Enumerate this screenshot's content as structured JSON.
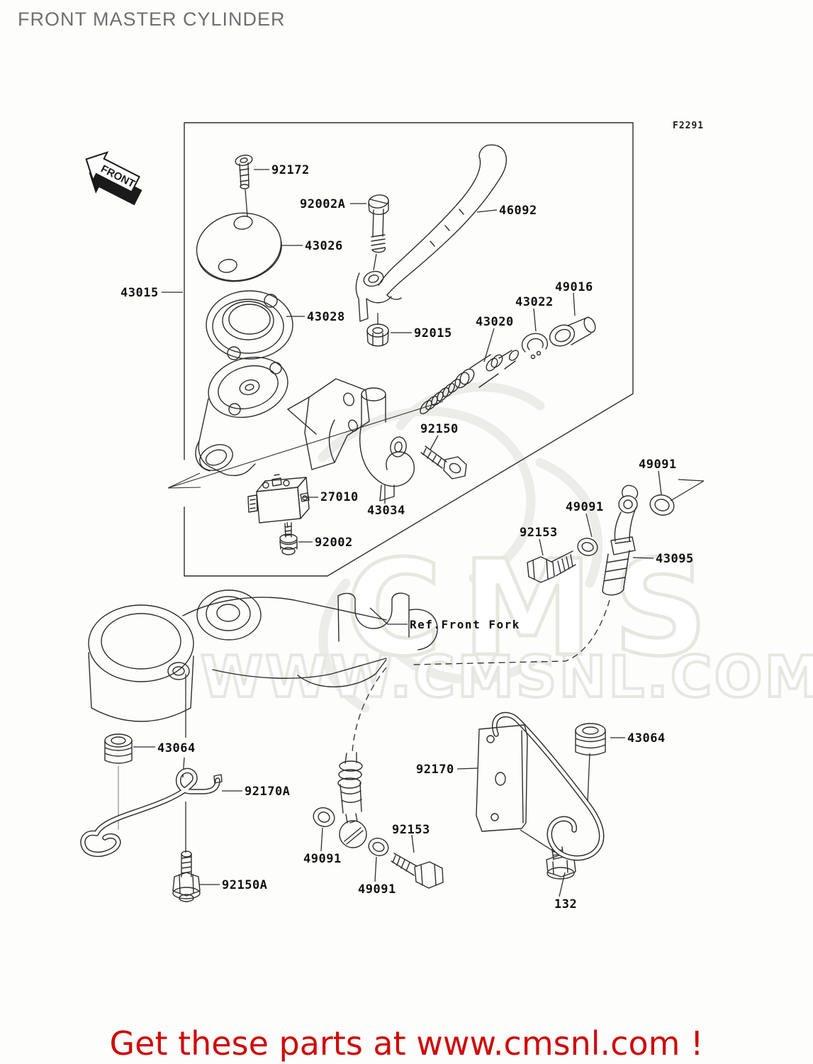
{
  "page_title": "FRONT MASTER CYLINDER",
  "figure_code": "F2291",
  "front_marker": {
    "text": "FRONT"
  },
  "watermark": {
    "line1": "CMS",
    "line2": "WWW.CMSNL.COM"
  },
  "footer": {
    "text": "Get these parts at www.cmsnl.com !"
  },
  "colors": {
    "background": "#fdfdfb",
    "line_art": "#2d2d2d",
    "label_text": "#101010",
    "title_gray": "#6f6f6f",
    "footer_red": "#cf0a0a",
    "watermark_gray": "#e7e7e2"
  },
  "labels": [
    {
      "id": "92172",
      "text": "92172"
    },
    {
      "id": "92002A",
      "text": "92002A"
    },
    {
      "id": "43026",
      "text": "43026"
    },
    {
      "id": "46092",
      "text": "46092"
    },
    {
      "id": "43015",
      "text": "43015"
    },
    {
      "id": "43028",
      "text": "43028"
    },
    {
      "id": "92015",
      "text": "92015"
    },
    {
      "id": "43020",
      "text": "43020"
    },
    {
      "id": "43022",
      "text": "43022"
    },
    {
      "id": "49016",
      "text": "49016"
    },
    {
      "id": "92150",
      "text": "92150"
    },
    {
      "id": "27010",
      "text": "27010"
    },
    {
      "id": "43034",
      "text": "43034"
    },
    {
      "id": "92002",
      "text": "92002"
    },
    {
      "id": "49091-top-right",
      "text": "49091"
    },
    {
      "id": "92153-right",
      "text": "92153"
    },
    {
      "id": "49091-mid-right",
      "text": "49091"
    },
    {
      "id": "43095",
      "text": "43095"
    },
    {
      "id": "ref-front-fork",
      "text": "Ref.Front Fork"
    },
    {
      "id": "43064-left",
      "text": "43064"
    },
    {
      "id": "92170A",
      "text": "92170A"
    },
    {
      "id": "92170",
      "text": "92170"
    },
    {
      "id": "43064-right",
      "text": "43064"
    },
    {
      "id": "49091-bottom-left",
      "text": "49091"
    },
    {
      "id": "92153-bottom",
      "text": "92153"
    },
    {
      "id": "49091-bottom-mid",
      "text": "49091"
    },
    {
      "id": "92150A",
      "text": "92150A"
    },
    {
      "id": "132",
      "text": "132"
    }
  ]
}
